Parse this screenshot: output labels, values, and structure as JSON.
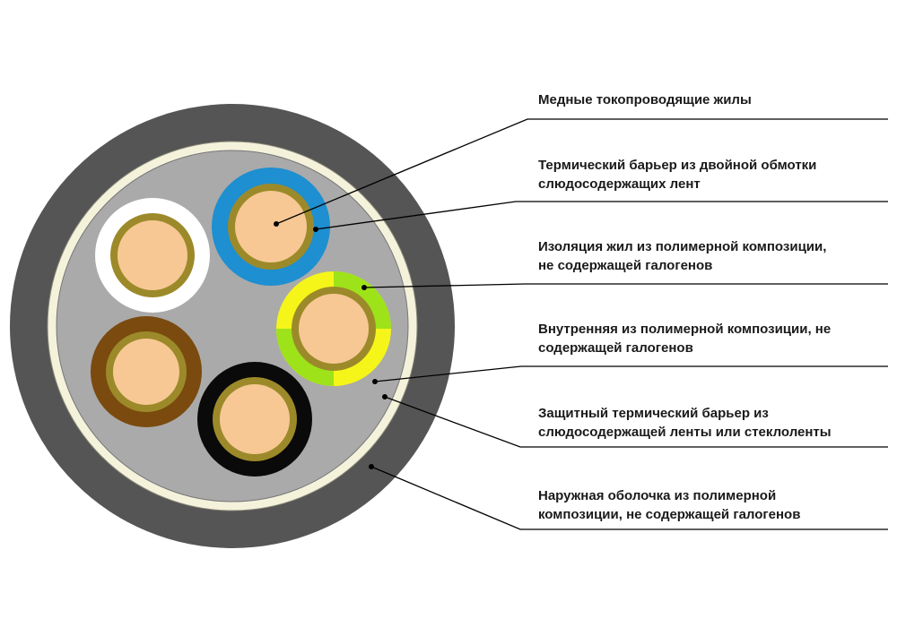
{
  "labels": [
    "Медные токопроводящие жилы",
    "Термический барьер из двойной обмотки\nслюдосодержащих лент",
    "Изоляция жил из полимерной композиции,\nне содержащей галогенов",
    "Внутренняя из полимерной композиции, не\nсодержащей галогенов",
    "Защитный термический барьер из\nслюдосодержащей ленты или стеклоленты",
    "Наружная оболочка из полимерной\nкомпозиции, не содержащей галогенов"
  ],
  "colors": {
    "outer_sheath": "#555555",
    "thermal_barrier": "#f5f2dc",
    "inner_filler": "#aaaaaa",
    "copper": "#f7c894",
    "mica_tape": "#9c8a2a",
    "core_white": "#ffffff",
    "core_blue": "#1e8fd0",
    "core_brown": "#7a4a0f",
    "core_black": "#0a0a0a",
    "core_green": "#9ee21a",
    "core_yellow": "#f5f51a",
    "leader_line": "#000000"
  }
}
